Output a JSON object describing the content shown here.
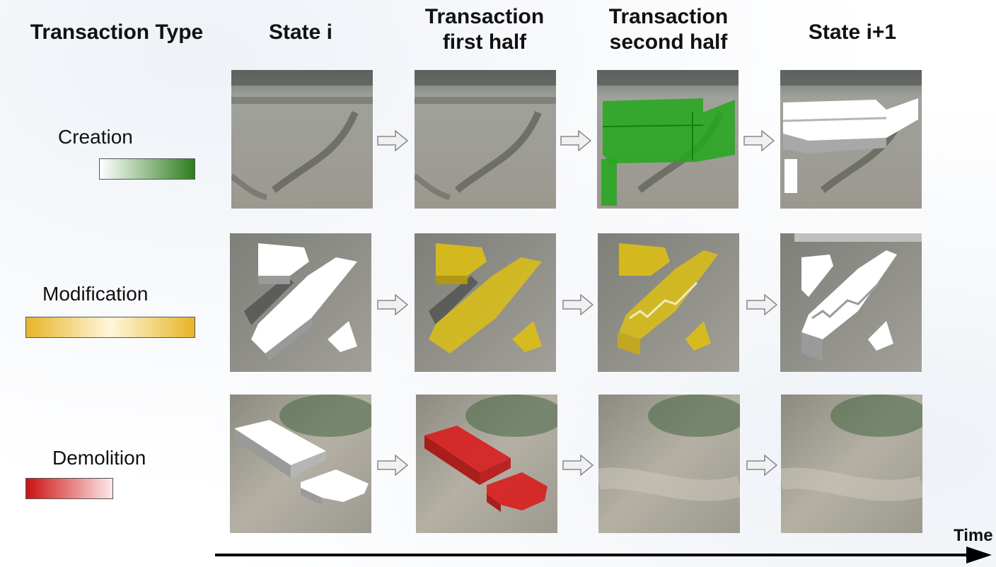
{
  "headers": {
    "transaction_type": "Transaction Type",
    "state_i": "State i",
    "first_half_line1": "Transaction",
    "first_half_line2": "first half",
    "second_half_line1": "Transaction",
    "second_half_line2": "second half",
    "state_i1": "State i+1"
  },
  "rows": [
    {
      "label": "Creation",
      "gradient": [
        "#ffffff",
        "#2e7d1e"
      ],
      "highlight": "#2fae24"
    },
    {
      "label": "Modification",
      "gradient": [
        "#e8b428",
        "#fff7dc",
        "#e8b428"
      ],
      "highlight": "#e2c020"
    },
    {
      "label": "Demolition",
      "gradient": [
        "#cc1111",
        "#fde8e8"
      ],
      "highlight": "#d12020"
    }
  ],
  "axis": {
    "label": "Time"
  },
  "colors": {
    "arrow_fill": "#f0f0f0",
    "arrow_stroke": "#888888",
    "building": "#ffffff",
    "building_side": "#9a9a9a"
  }
}
